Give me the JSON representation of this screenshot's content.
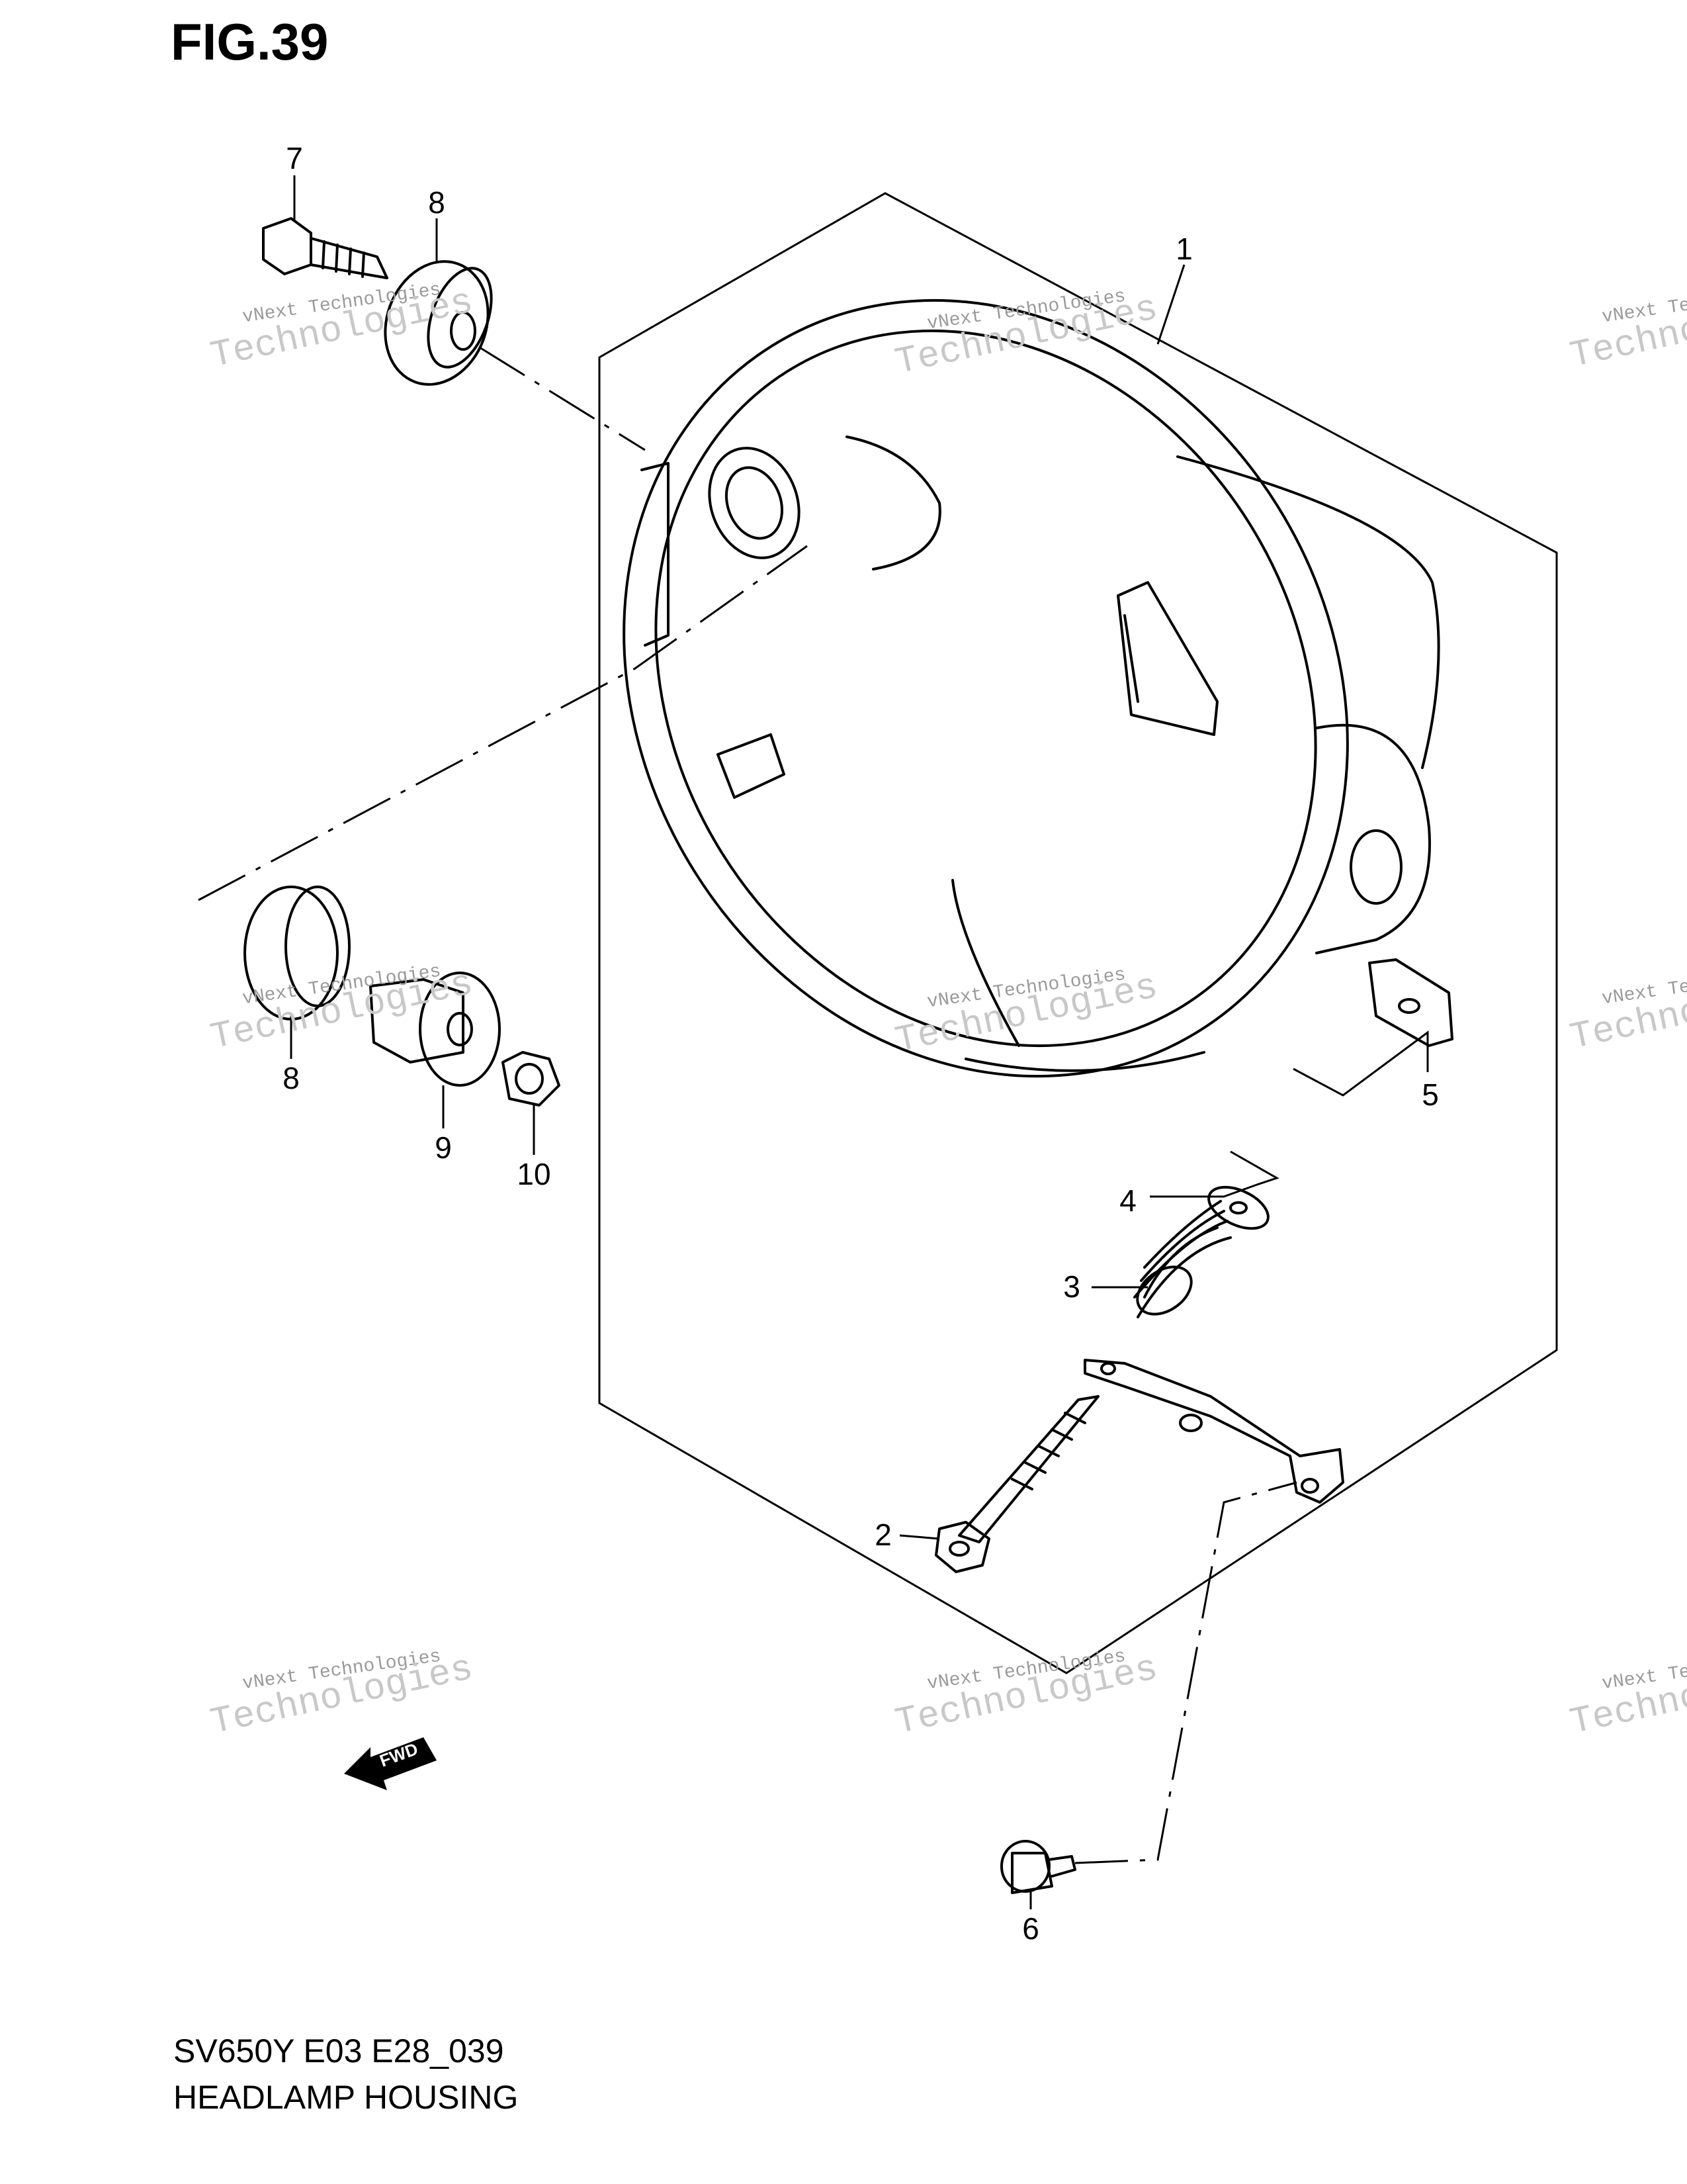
{
  "figure": {
    "title": "FIG.39"
  },
  "caption": {
    "model_code": "SV650Y E03 E28_039",
    "name": "HEADLAMP HOUSING"
  },
  "callouts": [
    {
      "id": 1,
      "label": "1"
    },
    {
      "id": 2,
      "label": "2"
    },
    {
      "id": 3,
      "label": "3"
    },
    {
      "id": 4,
      "label": "4"
    },
    {
      "id": 5,
      "label": "5"
    },
    {
      "id": 6,
      "label": "6"
    },
    {
      "id": 7,
      "label": "7"
    },
    {
      "id": 8,
      "label": "8"
    },
    {
      "id": 8,
      "label": "8"
    },
    {
      "id": 9,
      "label": "9"
    },
    {
      "id": 10,
      "label": "10"
    }
  ],
  "watermark": {
    "line1": "vNext Technologies",
    "line2": "Technologies"
  },
  "direction_marker": {
    "label": "FWD"
  },
  "colors": {
    "ink": "#000000",
    "watermark": "#9a9a9a",
    "background": "#ffffff"
  }
}
